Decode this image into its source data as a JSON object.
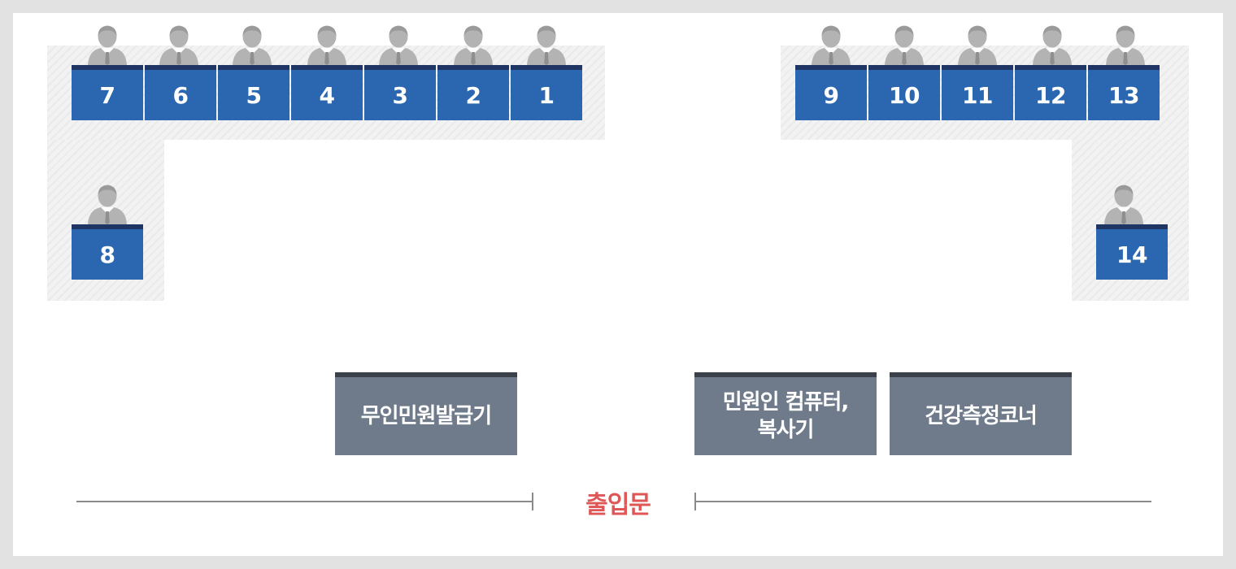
{
  "counters": [
    {
      "id": "7",
      "label": "7"
    },
    {
      "id": "6",
      "label": "6"
    },
    {
      "id": "5",
      "label": "5"
    },
    {
      "id": "4",
      "label": "4"
    },
    {
      "id": "3",
      "label": "3"
    },
    {
      "id": "2",
      "label": "2"
    },
    {
      "id": "1",
      "label": "1"
    },
    {
      "id": "8",
      "label": "8"
    },
    {
      "id": "9",
      "label": "9"
    },
    {
      "id": "10",
      "label": "10"
    },
    {
      "id": "11",
      "label": "11"
    },
    {
      "id": "12",
      "label": "12"
    },
    {
      "id": "13",
      "label": "13"
    },
    {
      "id": "14",
      "label": "14"
    }
  ],
  "facilities": {
    "kiosk": "무인민원발급기",
    "computer_line1": "민원인 컴퓨터,",
    "computer_line2": "복사기",
    "health": "건강측정코너"
  },
  "entrance_label": "출입문",
  "colors": {
    "desk": "#2b67b1",
    "desk_top": "#1f3664",
    "facility": "#6f7b8a",
    "facility_top": "#3b4149",
    "entrance": "#df5656",
    "staff_icon": "#b3b3b3"
  },
  "icons": {
    "staff": "person-icon"
  }
}
